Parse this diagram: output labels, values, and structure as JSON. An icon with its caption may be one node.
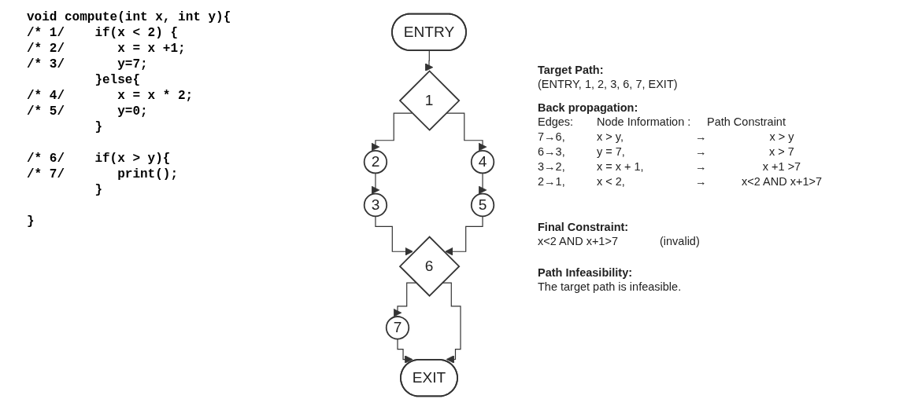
{
  "diagram": {
    "nodes": [
      {
        "text": [
          "ENTRY"
        ]
      },
      {
        "text": [
          "1"
        ]
      },
      {
        "text": [
          "2"
        ]
      },
      {
        "text": [
          "3"
        ]
      },
      {
        "text": [
          "4"
        ]
      },
      {
        "text": [
          "5"
        ]
      },
      {
        "text": [
          "6"
        ]
      },
      {
        "text": [
          "7"
        ]
      },
      {
        "text": [
          "EXIT"
        ]
      }
    ],
    "edges": [
      {
        "from": 0,
        "to": 1,
        "arrow": "to"
      },
      {
        "from": 1,
        "to": 2,
        "arrow": "to"
      },
      {
        "from": 1,
        "to": 4,
        "arrow": "to"
      },
      {
        "from": 2,
        "to": 3,
        "arrow": "to"
      },
      {
        "from": 4,
        "to": 5,
        "arrow": "to"
      },
      {
        "from": 3,
        "to": 6,
        "arrow": "to"
      },
      {
        "from": 5,
        "to": 6,
        "arrow": "to"
      },
      {
        "from": 6,
        "to": 7,
        "arrow": "to"
      },
      {
        "from": 7,
        "to": 8,
        "arrow": "to"
      },
      {
        "from": 6,
        "to": 8,
        "arrow": "to"
      }
    ],
    "labels": [
      "void compute(int x, int y){",
      "/* 1/",
      "if(x < 2) {",
      "/* 2/",
      "x = x +1;",
      "/* 3/",
      "y=7;",
      "}else{",
      "/* 4/",
      "x = x * 2;",
      "/* 5/",
      "y=0;",
      "}",
      "/* 6/",
      "if(x > y){",
      "/* 7/",
      "print();",
      "}",
      "}",
      "Target Path:",
      "(ENTRY, 1, 2, 3, 6, 7, EXIT)",
      "Back propagation:",
      "Edges:",
      "Node Information :",
      "Path Constraint",
      "7→6,",
      "x > y,",
      "→",
      "x > y",
      "6→3,",
      "y = 7,",
      "→",
      "x > 7",
      "3→2,",
      "x = x + 1,",
      "→",
      "x +1 >7",
      "2→1,",
      "x < 2,",
      "→",
      "x<2 AND x+1>7",
      "Final Constraint:",
      "x<2 AND x+1>7",
      "(invalid)",
      "Path Infeasibility:",
      "The target path is infeasible."
    ]
  }
}
